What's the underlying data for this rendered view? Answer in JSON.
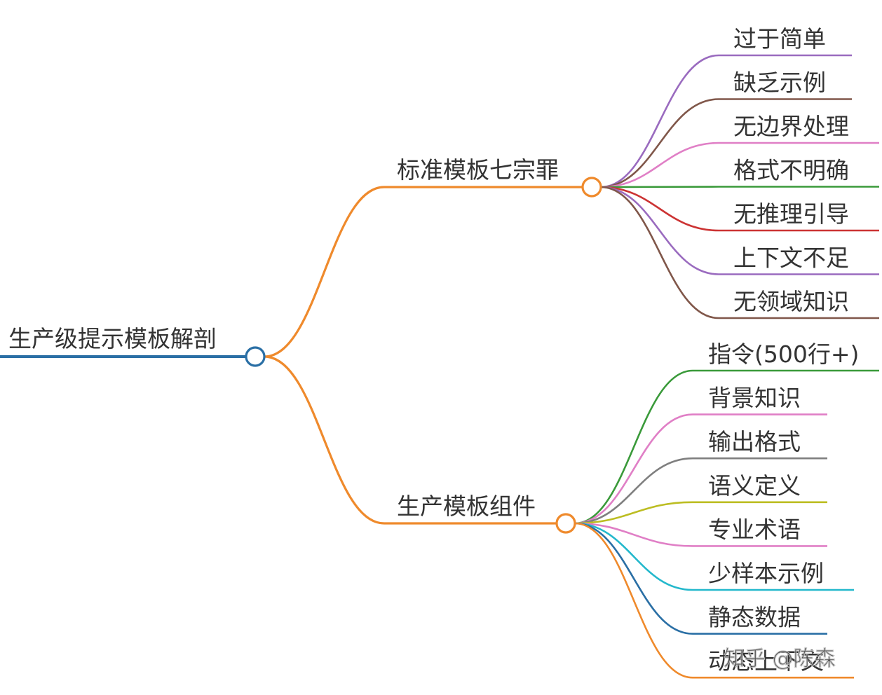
{
  "root": {
    "label": "生产级提示模板解剖",
    "color": "#2a6fa5"
  },
  "branches": [
    {
      "label": "标准模板七宗罪",
      "color": "#ef8a2c",
      "children": [
        {
          "label": "过于简单",
          "color": "#9a6bbf"
        },
        {
          "label": "缺乏示例",
          "color": "#80574a"
        },
        {
          "label": "无边界处理",
          "color": "#e07fc6"
        },
        {
          "label": "格式不明确",
          "color": "#3a9a3a"
        },
        {
          "label": "无推理引导",
          "color": "#cc3333"
        },
        {
          "label": "上下文不足",
          "color": "#9a6bbf"
        },
        {
          "label": "无领域知识",
          "color": "#80574a"
        }
      ]
    },
    {
      "label": "生产模板组件",
      "color": "#ef8a2c",
      "children": [
        {
          "label": "指令(500行+)",
          "color": "#3a9a3a"
        },
        {
          "label": "背景知识",
          "color": "#e07fc6"
        },
        {
          "label": "输出格式",
          "color": "#7f7f7f"
        },
        {
          "label": "语义定义",
          "color": "#bcbd22"
        },
        {
          "label": "专业术语",
          "color": "#e07fc6"
        },
        {
          "label": "少样本示例",
          "color": "#23b8cc"
        },
        {
          "label": "静态数据",
          "color": "#2a6fa5"
        },
        {
          "label": "动态上下文",
          "color": "#ef8a2c"
        }
      ]
    }
  ],
  "watermark": "知乎 @陈森"
}
